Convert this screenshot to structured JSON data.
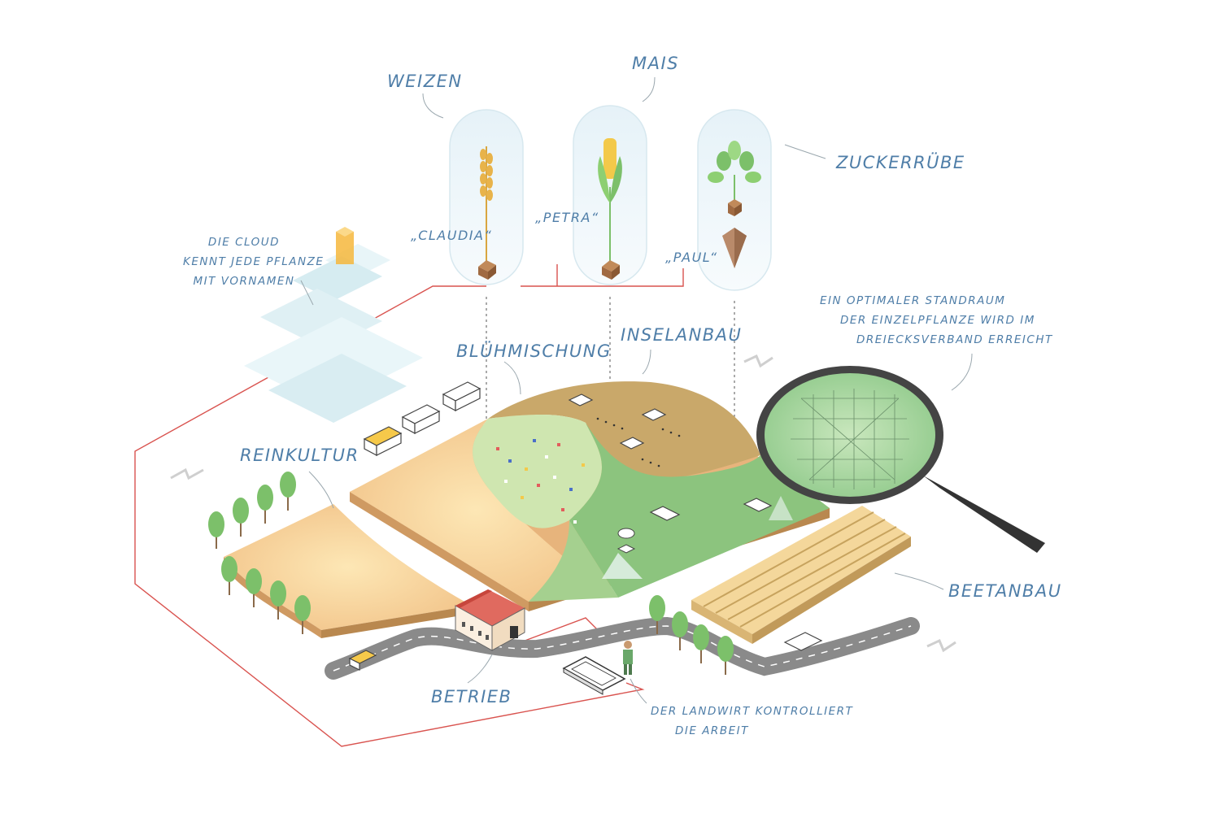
{
  "labels": {
    "weizen": "WEIZEN",
    "mais": "MAIS",
    "zuckerruebe": "ZUCKERRÜBE",
    "claudia": "„CLAUDIA“",
    "petra": "„PETRA“",
    "paul": "„PAUL“",
    "cloud_line1": "DIE CLOUD",
    "cloud_line2": "KENNT JEDE PFLANZE",
    "cloud_line3": "MIT VORNAMEN",
    "standraum_line1": "EIN OPTIMALER STANDRAUM",
    "standraum_line2": "DER EINZELPFLANZE WIRD IM",
    "standraum_line3": "DREIECKSVERBAND ERREICHT",
    "bluehmischung": "BLÜHMISCHUNG",
    "inselanbau": "INSELANBAU",
    "reinkultur": "REINKULTUR",
    "beetanbau": "BEETANBAU",
    "betrieb": "BETRIEB",
    "landwirt_line1": "DER LANDWIRT KONTROLLIERT",
    "landwirt_line2": "DIE ARBEIT"
  },
  "colors": {
    "label_text": "#4f7ea8",
    "network_line": "#d9534f",
    "field_wheat": "#c9a86a",
    "field_orange": "#f2c98f",
    "field_green": "#8cc47e",
    "field_light_green": "#cfe6b0",
    "cloud_blue": "#cfe9ef",
    "cloud_accent": "#f6b73c",
    "farm_roof": "#d9534f",
    "road": "#7d7d7d",
    "tree": "#7cc06a"
  },
  "icons": {
    "cylinders": [
      "wheat-plant-icon",
      "corn-plant-icon",
      "sugar-beet-icon"
    ],
    "magnifier": "magnifying-glass-icon",
    "cloud": "cloud-blocks-icon",
    "farm": "farm-building-icon",
    "farmer": "farmer-icon",
    "tablet": "tablet-icon"
  }
}
